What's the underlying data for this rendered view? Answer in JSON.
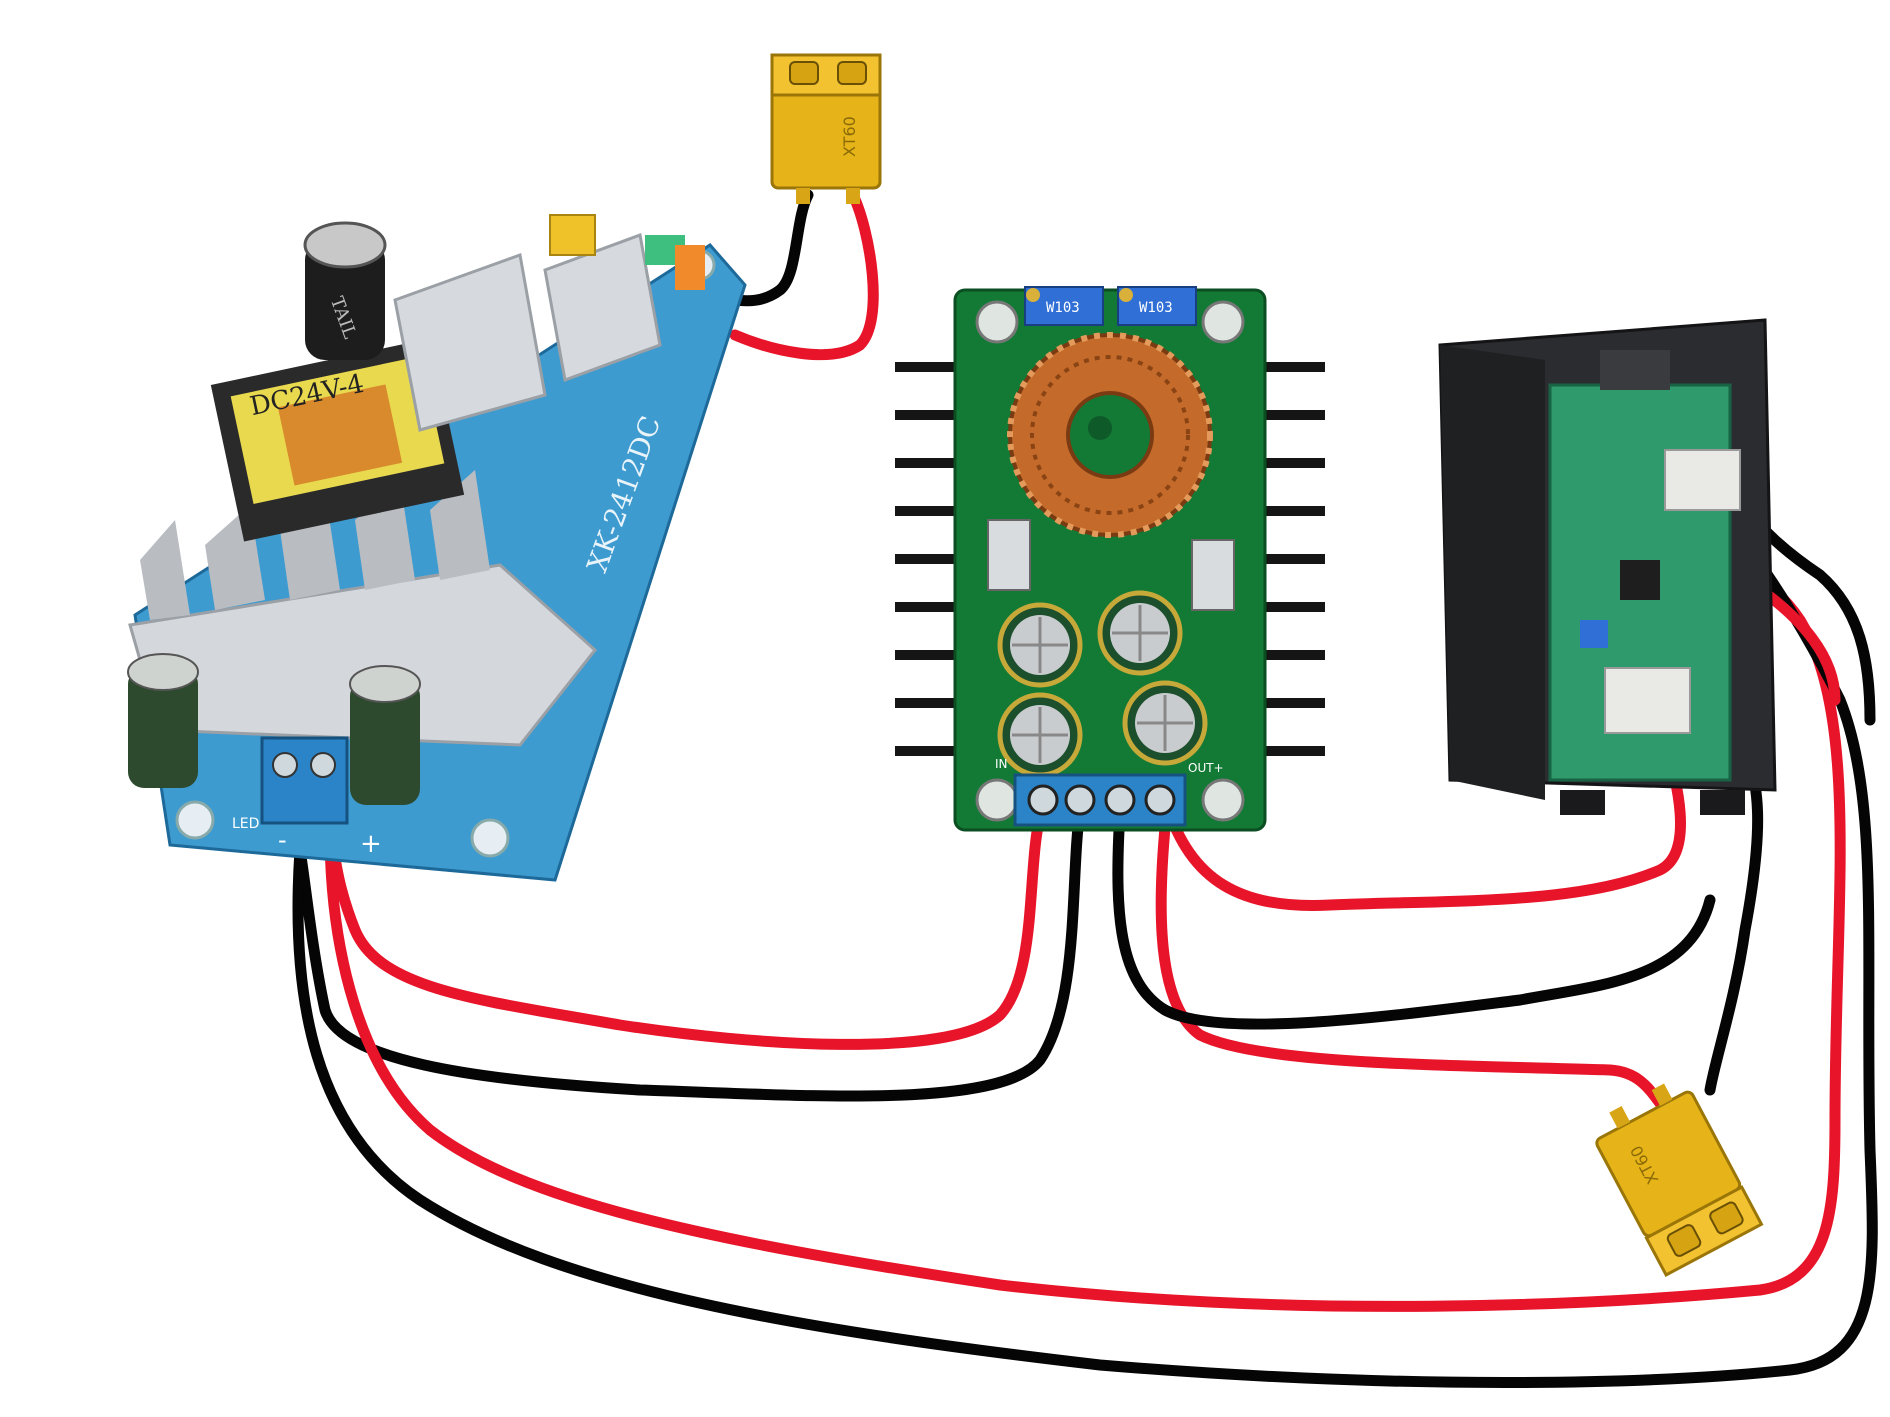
{
  "colors": {
    "wire_red": "#e8152a",
    "wire_black": "#050505",
    "pcb_blue": "#3e9bd0",
    "pcb_green": "#137a36",
    "connector_yellow": "#e6b418",
    "terminal_blue": "#2a84c7",
    "heatsink": "#c9ccd0",
    "copper": "#c46a2b",
    "meter_case": "#2b2c2f"
  },
  "icons": {
    "xt60_connector": "xt60-connector-icon",
    "capacitor": "electrolytic-capacitor-icon",
    "toroid": "toroid-inductor-icon",
    "transformer": "transformer-icon",
    "heatsink": "heatsink-icon"
  },
  "psu": {
    "transformer_label": "DC24V-4",
    "board_label": "XK-2412DC",
    "terminal_plus": "+",
    "terminal_minus": "-",
    "cap_label": "TAIL",
    "led_label": "LED"
  },
  "converter": {
    "pot1_label": "W103",
    "pot2_label": "W103",
    "out_label": "OUT+",
    "in_label": "IN"
  },
  "xt60_labels": {
    "top": "XT60",
    "bottom": "XT60"
  }
}
